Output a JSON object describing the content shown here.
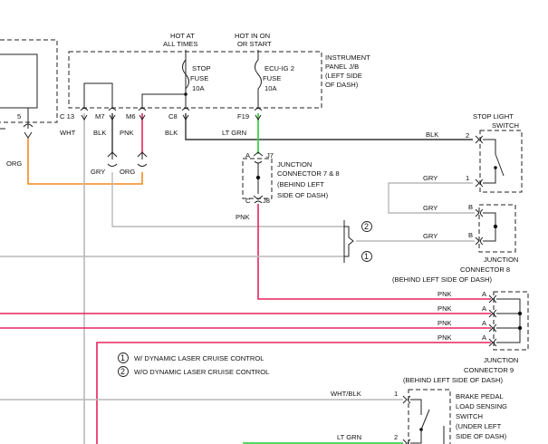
{
  "colors": {
    "black": "#333333",
    "pink": "#e8235f",
    "light_green": "#3fd14a",
    "orange": "#f28a1e",
    "gray": "#b9b9b9"
  },
  "top": {
    "hot_at_all_times": [
      "HOT AT",
      "ALL TIMES"
    ],
    "hot_in_on": [
      "HOT IN ON",
      "OR START"
    ]
  },
  "panel": {
    "label": [
      "INSTRUMENT",
      "PANEL J/B",
      "(LEFT SIDE",
      "OF DASH)"
    ],
    "stop_fuse": [
      "STOP",
      "FUSE",
      "10A"
    ],
    "ecu_fuse": [
      "ECU-IG 2",
      "FUSE",
      "10A"
    ]
  },
  "left": {
    "pin_5": "5",
    "orange_wire": "ORG"
  },
  "connectors": {
    "c13": "C 13",
    "m7": "M7",
    "m6": "M6",
    "c8": "C8",
    "f19": "F19"
  },
  "wire_labels": {
    "wht": "WHT",
    "blk_m7": "BLK",
    "pnk_m6": "PNK",
    "blk_c8": "BLK",
    "ltgrn_f19": "LT GRN",
    "gry_lower": "GRY",
    "org_lower": "ORG",
    "pnk_j8": "PNK",
    "blk_right": "BLK",
    "gry_switch": "GRY",
    "gry_b1": "GRY",
    "gry_b2": "GRY",
    "pnk_a1": "PNK",
    "pnk_a2": "PNK",
    "pnk_a3": "PNK",
    "pnk_a4": "PNK",
    "wht_blk": "WHT/BLK",
    "lt_grn_bottom": "LT GRN"
  },
  "junction_7_8": {
    "pin_a": "A",
    "j7": "J7",
    "pin_c": "C",
    "j8": "J8",
    "label": [
      "JUNCTION",
      "CONNECTOR 7 & 8",
      "(BEHIND LEFT",
      "SIDE OF DASH)"
    ]
  },
  "stop_light_switch": {
    "label": [
      "STOP LIGHT",
      "SWITCH"
    ],
    "pin_2": "2",
    "pin_1": "1"
  },
  "junction_8": {
    "pin_b1": "B",
    "pin_b2": "B",
    "label": [
      "JUNCTION",
      "CONNECTOR 8",
      "(BEHIND LEFT SIDE OF DASH)"
    ]
  },
  "junction_9": {
    "pins": [
      "A",
      "A",
      "A",
      "A"
    ],
    "label": [
      "JUNCTION",
      "CONNECTOR 9",
      "(BEHIND LEFT SIDE OF DASH)"
    ]
  },
  "variants": {
    "marker_1": "1",
    "marker_2": "2",
    "legend_1": "W/ DYNAMIC LASER CRUISE CONTROL",
    "legend_2": "W/O DYNAMIC LASER CRUISE CONTROL"
  },
  "brake_switch": {
    "label": [
      "BRAKE PEDAL",
      "LOAD SENSING",
      "SWITCH",
      "(UNDER LEFT",
      "SIDE OF DASH)"
    ],
    "pin_1": "1",
    "pin_2": "2"
  }
}
